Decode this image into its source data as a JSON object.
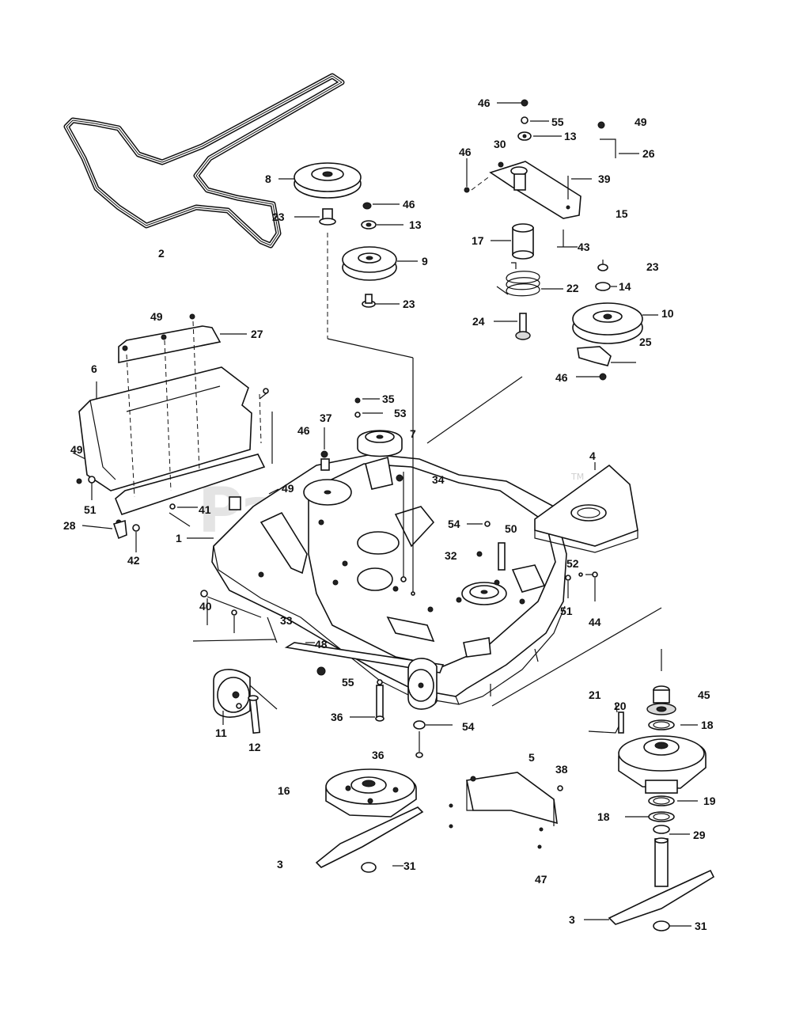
{
  "watermark": {
    "text": "PartsTree",
    "tm": "TM"
  },
  "callouts": [
    {
      "n": "46"
    },
    {
      "n": "55"
    },
    {
      "n": "49"
    },
    {
      "n": "30"
    },
    {
      "n": "13"
    },
    {
      "n": "26"
    },
    {
      "n": "46"
    },
    {
      "n": "39"
    },
    {
      "n": "15"
    },
    {
      "n": "8"
    },
    {
      "n": "46"
    },
    {
      "n": "23"
    },
    {
      "n": "13"
    },
    {
      "n": "17"
    },
    {
      "n": "43"
    },
    {
      "n": "2"
    },
    {
      "n": "9"
    },
    {
      "n": "23"
    },
    {
      "n": "22"
    },
    {
      "n": "14"
    },
    {
      "n": "23"
    },
    {
      "n": "10"
    },
    {
      "n": "24"
    },
    {
      "n": "49"
    },
    {
      "n": "27"
    },
    {
      "n": "25"
    },
    {
      "n": "46"
    },
    {
      "n": "6"
    },
    {
      "n": "35"
    },
    {
      "n": "53"
    },
    {
      "n": "37"
    },
    {
      "n": "46"
    },
    {
      "n": "7"
    },
    {
      "n": "4"
    },
    {
      "n": "49"
    },
    {
      "n": "34"
    },
    {
      "n": "51"
    },
    {
      "n": "49"
    },
    {
      "n": "41"
    },
    {
      "n": "54"
    },
    {
      "n": "50"
    },
    {
      "n": "28"
    },
    {
      "n": "1"
    },
    {
      "n": "42"
    },
    {
      "n": "32"
    },
    {
      "n": "52"
    },
    {
      "n": "40"
    },
    {
      "n": "33"
    },
    {
      "n": "51"
    },
    {
      "n": "44"
    },
    {
      "n": "48"
    },
    {
      "n": "55"
    },
    {
      "n": "21"
    },
    {
      "n": "45"
    },
    {
      "n": "20"
    },
    {
      "n": "11"
    },
    {
      "n": "12"
    },
    {
      "n": "36"
    },
    {
      "n": "54"
    },
    {
      "n": "18"
    },
    {
      "n": "36"
    },
    {
      "n": "5"
    },
    {
      "n": "38"
    },
    {
      "n": "16"
    },
    {
      "n": "19"
    },
    {
      "n": "18"
    },
    {
      "n": "29"
    },
    {
      "n": "3"
    },
    {
      "n": "31"
    },
    {
      "n": "47"
    },
    {
      "n": "3"
    },
    {
      "n": "31"
    }
  ]
}
